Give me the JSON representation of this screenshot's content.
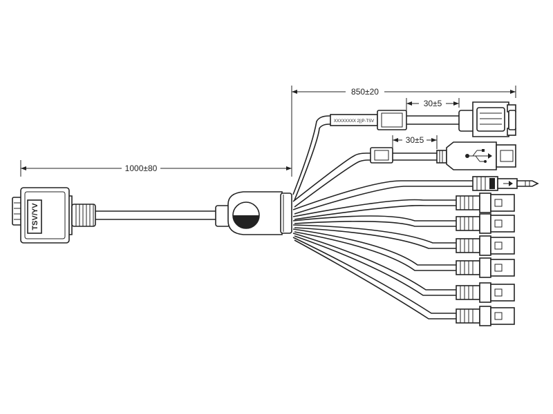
{
  "dimensions": {
    "main_cable_length": "1000±80",
    "breakout_length": "850±20",
    "vga_branch_offset": "30±5",
    "usb_branch_offset": "30±5"
  },
  "labels": {
    "connector_label": "TSV/YV",
    "cable_marking": "XXXXXXXX 2[(P-TSV"
  },
  "colors": {
    "line": "#222222",
    "background": "#ffffff"
  }
}
